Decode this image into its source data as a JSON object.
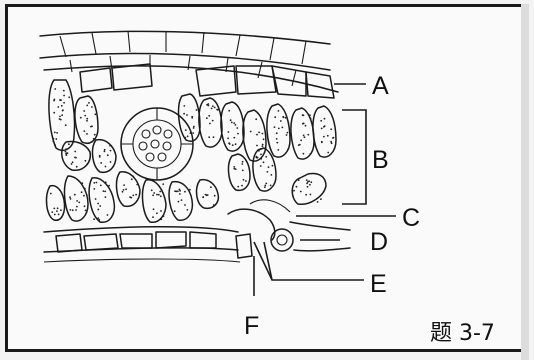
{
  "figure": {
    "labels": [
      {
        "id": "A",
        "text": "A"
      },
      {
        "id": "B",
        "text": "B"
      },
      {
        "id": "C",
        "text": "C"
      },
      {
        "id": "D",
        "text": "D"
      },
      {
        "id": "E",
        "text": "E"
      },
      {
        "id": "F",
        "text": "F"
      }
    ],
    "caption": "题 3-7"
  }
}
